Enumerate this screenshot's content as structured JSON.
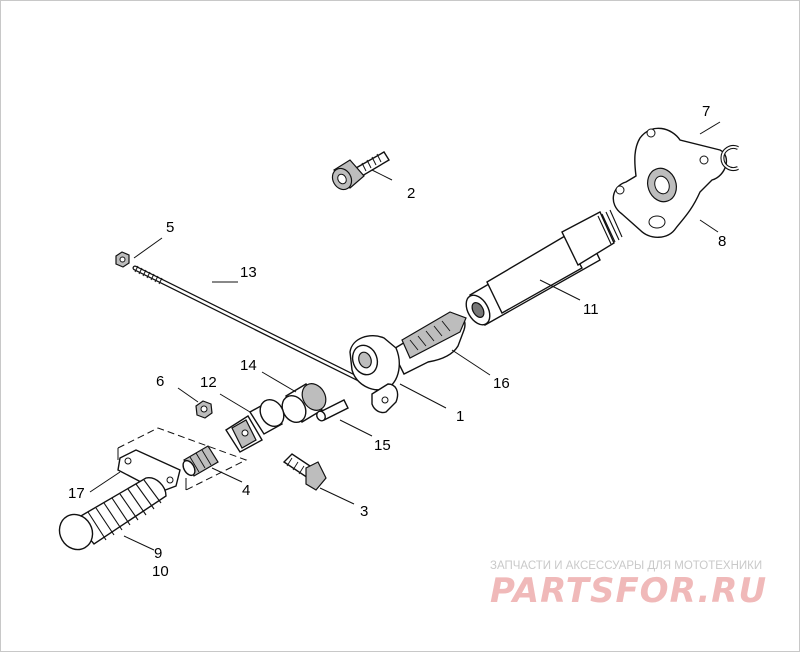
{
  "callouts": {
    "c1": "1",
    "c2": "2",
    "c3": "3",
    "c4": "4",
    "c5": "5",
    "c6": "6",
    "c7": "7",
    "c8": "8",
    "c9": "9",
    "c10": "10",
    "c11": "11",
    "c12": "12",
    "c13": "13",
    "c14": "14",
    "c15": "15",
    "c16": "16",
    "c17": "17"
  },
  "watermark": {
    "subtitle": "ЗАПЧАСТИ И АКСЕССУАРЫ ДЛЯ МОТОТЕХНИКИ",
    "brand": "PARTSFOR.RU"
  },
  "colors": {
    "ink": "#111111",
    "shade": "#bdbdbd",
    "watermark_brand": "#f0b9b9"
  }
}
